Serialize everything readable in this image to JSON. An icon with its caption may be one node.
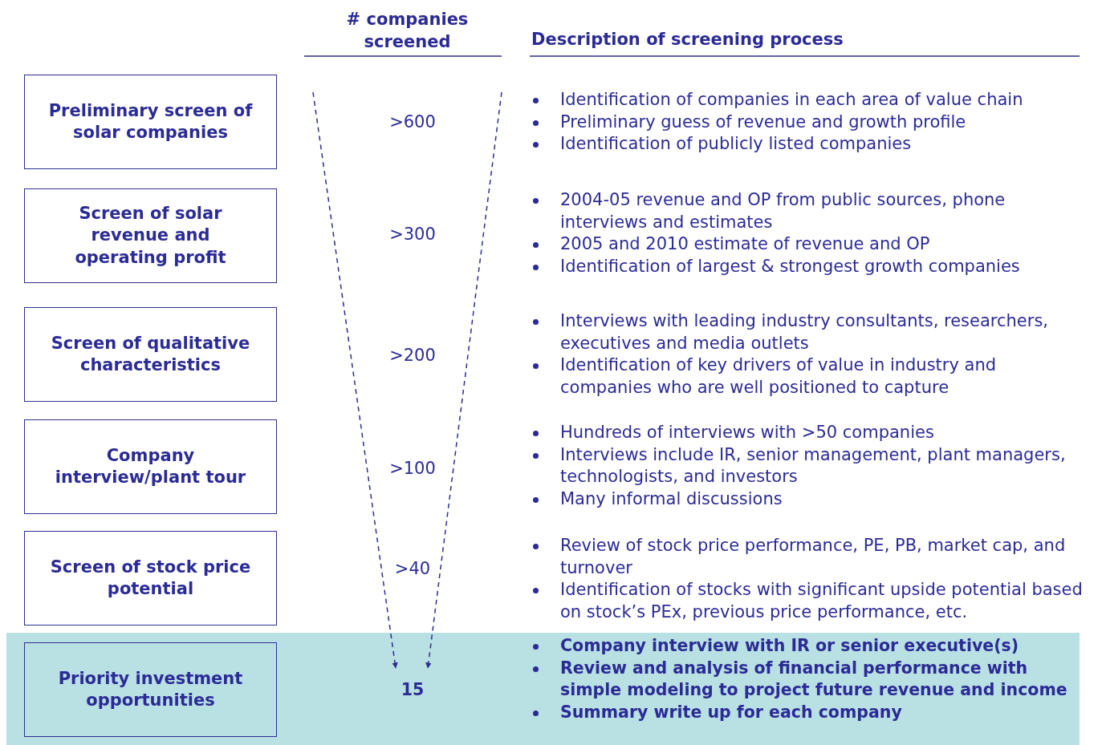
{
  "diagram": {
    "nodes": [
      {
        "text": [
          "Preliminary screen of solar companies"
        ]
      },
      {
        "text": [
          "Screen of solar revenue and operating profit"
        ]
      },
      {
        "text": [
          "Screen of qualitative characteristics"
        ]
      },
      {
        "text": [
          "Company interview/plant tour"
        ]
      },
      {
        "text": [
          "Screen of stock price potential"
        ]
      },
      {
        "text": [
          "Priority investment opportunities"
        ]
      }
    ],
    "labels": [
      "# companies screened",
      "Description of screening process",
      ">600",
      "Identification of companies in each area of value chain",
      "Preliminary guess of revenue and growth profile",
      "Identification of publicly listed companies",
      ">300",
      "2004-05 revenue and OP from public sources, phone interviews and estimates",
      "2005 and 2010 estimate of revenue and OP",
      "Identification of largest & strongest growth companies",
      ">200",
      "Interviews with leading industry consultants, researchers, executives and media outlets",
      "Identification of key drivers of value in industry and companies who are well positioned to capture",
      ">100",
      "Hundreds of interviews with >50 companies",
      "Interviews include IR, senior management, plant managers, technologists, and investors",
      "Many informal discussions",
      ">40",
      "Review of stock price performance, PE, PB, market cap, and turnover",
      "Identification of stocks with significant upside potential based on stock’s PEx, previous price performance, etc.",
      "15",
      "Company interview with IR or senior executive(s)",
      "Review and analysis of financial performance with simple modeling to project future revenue and income",
      "Summary write up for each company"
    ]
  }
}
